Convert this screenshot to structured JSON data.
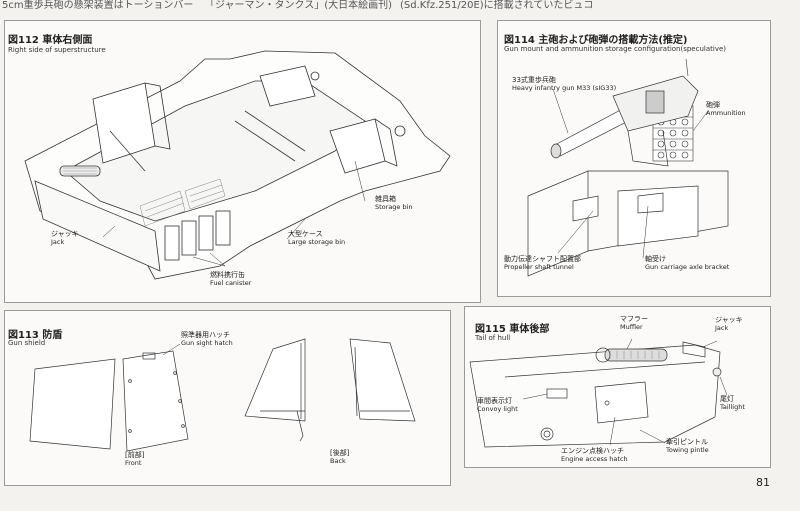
{
  "header": {
    "left": "5cm重歩兵砲の懸架装置はトーションバー",
    "center": "「ジャーマン・タンクス」(大日本絵画刊)",
    "right": "(Sd.Kfz.251/20E)に搭載されていたビュコ"
  },
  "fig112": {
    "title": "図112 車体右側面",
    "subtitle": "Right side of superstructure",
    "labels": [
      {
        "jp": "雑具箱",
        "en": "Storage bin"
      },
      {
        "jp": "大型ケース",
        "en": "Large storage bin"
      },
      {
        "jp": "ジャッキ",
        "en": "Jack"
      },
      {
        "jp": "燃料携行缶",
        "en": "Fuel canister"
      }
    ]
  },
  "fig114": {
    "title": "図114 主砲および砲弾の搭載方法(推定)",
    "subtitle": "Gun mount and ammunition storage configuration(speculative)",
    "labels": [
      {
        "jp": "33式重歩兵砲",
        "en": "Heavy infantry gun M33 (sIG33)"
      },
      {
        "jp": "砲弾",
        "en": "Ammunition"
      },
      {
        "jp": "動力伝達シャフト配置部",
        "en": "Propeller shaft tunnel"
      },
      {
        "jp": "軸受け",
        "en": "Gun carriage axle bracket"
      }
    ]
  },
  "fig113": {
    "title": "図113 防盾",
    "subtitle": "Gun shield",
    "labels": [
      {
        "jp": "照準器用ハッチ",
        "en": "Gun sight hatch"
      },
      {
        "jp": "[前部]",
        "en": "Front"
      },
      {
        "jp": "[後部]",
        "en": "Back"
      }
    ]
  },
  "fig115": {
    "title": "図115 車体後部",
    "subtitle": "Tail of hull",
    "labels": [
      {
        "jp": "マフラー",
        "en": "Muffler"
      },
      {
        "jp": "ジャッキ",
        "en": "Jack"
      },
      {
        "jp": "車間表示灯",
        "en": "Convoy light"
      },
      {
        "jp": "尾灯",
        "en": "Taillight"
      },
      {
        "jp": "牽引ピントル",
        "en": "Towing pintle"
      },
      {
        "jp": "エンジン点検ハッチ",
        "en": "Engine access hatch"
      }
    ]
  },
  "page_number": "81"
}
